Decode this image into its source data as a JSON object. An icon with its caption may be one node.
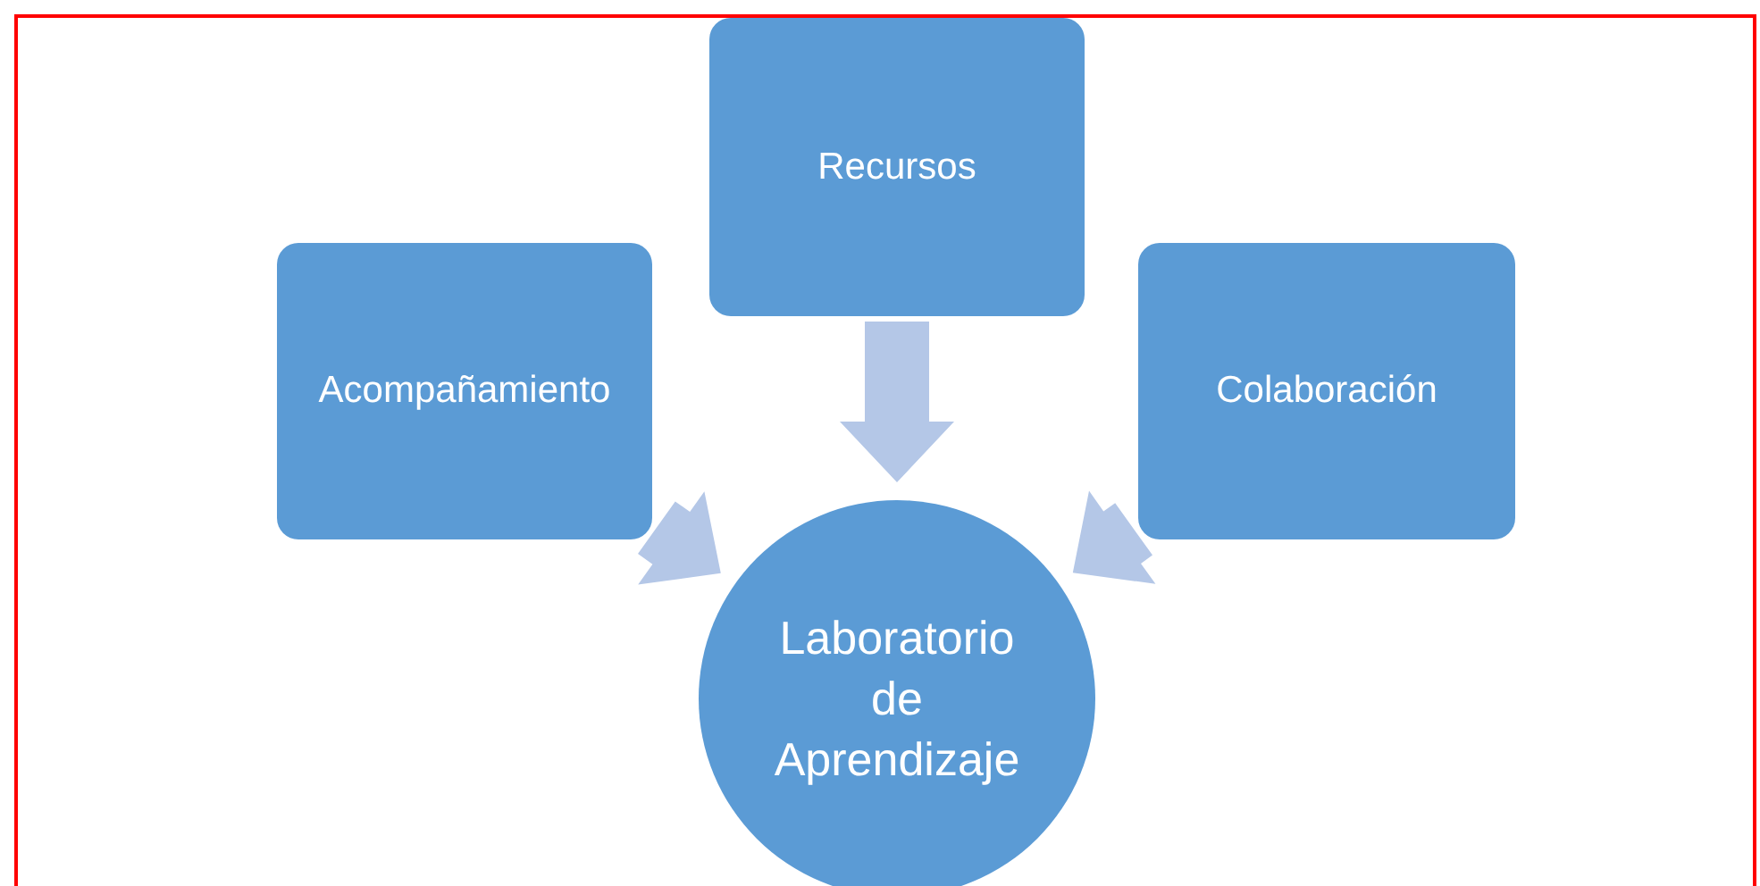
{
  "diagram": {
    "nodes": [
      {
        "text": [
          "Recursos"
        ]
      },
      {
        "text": [
          "Acompañamiento"
        ]
      },
      {
        "text": [
          "Colaboración"
        ]
      },
      {
        "text": [
          "Laboratorio de Aprendizaje"
        ]
      }
    ],
    "edges": [
      {
        "from": 0,
        "to": 3,
        "arrow": "to"
      },
      {
        "from": 1,
        "to": 3,
        "arrow": "to"
      },
      {
        "from": 2,
        "to": 3,
        "arrow": "to"
      }
    ]
  }
}
